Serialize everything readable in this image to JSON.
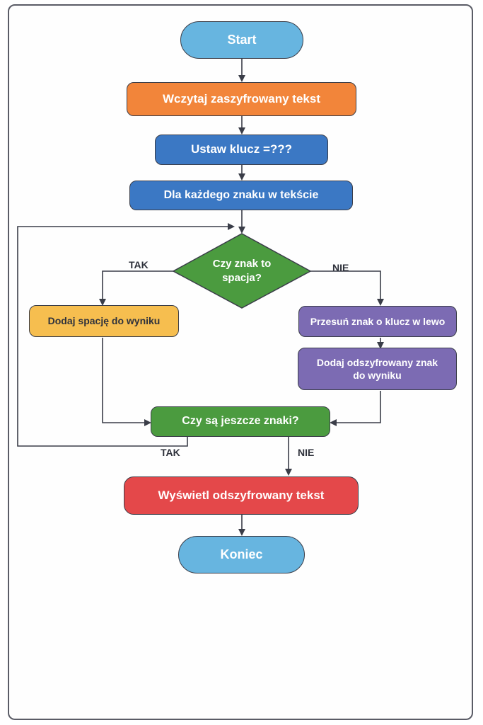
{
  "colors": {
    "terminal": "#67b5e0",
    "input": "#f2853a",
    "process_blue": "#3b78c4",
    "decision": "#4b9b3f",
    "yes_branch": "#f6be4f",
    "no_branch": "#7c6bb3",
    "output": "#e4484a",
    "line": "#3a3d48"
  },
  "nodes": {
    "start": "Start",
    "read_input": "Wczytaj zaszyfrowany tekst",
    "set_key": "Ustaw klucz =???",
    "for_each": "Dla każdego znaku w tekście",
    "is_space": "Czy znak to spacja?",
    "add_space": "Dodaj spację do wyniku",
    "shift_char": "Przesuń znak o klucz w lewo",
    "add_decoded": "Dodaj odszyfrowany znak do wyniku",
    "more_chars": "Czy są jeszcze znaki?",
    "display": "Wyświetl odszyfrowany tekst",
    "end": "Koniec"
  },
  "edge_labels": {
    "space_yes": "TAK",
    "space_no": "NIE",
    "more_yes": "TAK",
    "more_no": "NIE"
  }
}
